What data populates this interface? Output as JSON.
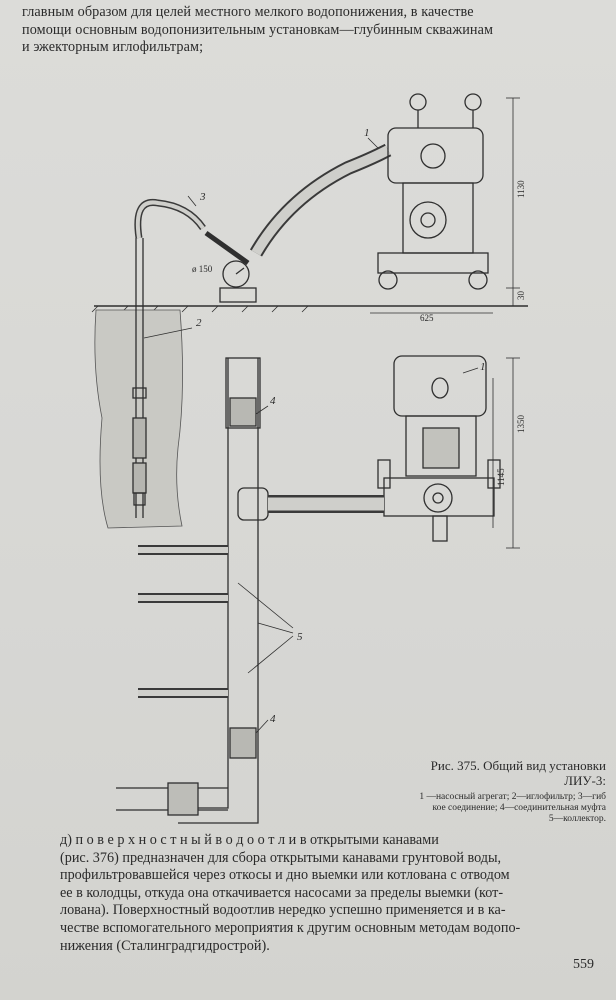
{
  "intro": {
    "lines": [
      "главным образом для целей местного мелкого водопонижения, в качестве",
      "помощи основным водопонизительным установкам—глубинным скважинам",
      "и эжекторным иглофильтрам;"
    ]
  },
  "figure": {
    "callouts": [
      "1",
      "2",
      "3",
      "4",
      "5"
    ],
    "dimensions": {
      "d1130": "1130",
      "d30": "30",
      "d625": "625",
      "d1350": "1350",
      "d1145": "1145",
      "phi150": "ø 150"
    }
  },
  "caption": {
    "number": "Рис. 375.",
    "title": "Общий вид установки",
    "title2": "ЛИУ-3:",
    "legend_lines": [
      "1 —насосный агрегат; 2—иглофильтр; 3—гиб",
      "кое соединение; 4—соединительная муфта",
      "5—коллектор."
    ]
  },
  "section": {
    "lead": "д) п о в е р х н о с т н ы й  в о д о о т л и в  открытыми канавами",
    "lines": [
      "(рис. 376) предназначен для сбора открытыми канавами грунтовой воды,",
      "профильтровавшейся через откосы и дно выемки или котлована с отводом",
      "ее в колодцы, откуда она откачивается насосами за пределы выемки (кот-",
      "лована). Поверхностный водоотлив нередко успешно применяется и в ка-",
      "честве вспомогательного мероприятия к другим основным методам водопо-",
      "нижения (Сталинградгидрострой)."
    ]
  },
  "page_number": "559"
}
